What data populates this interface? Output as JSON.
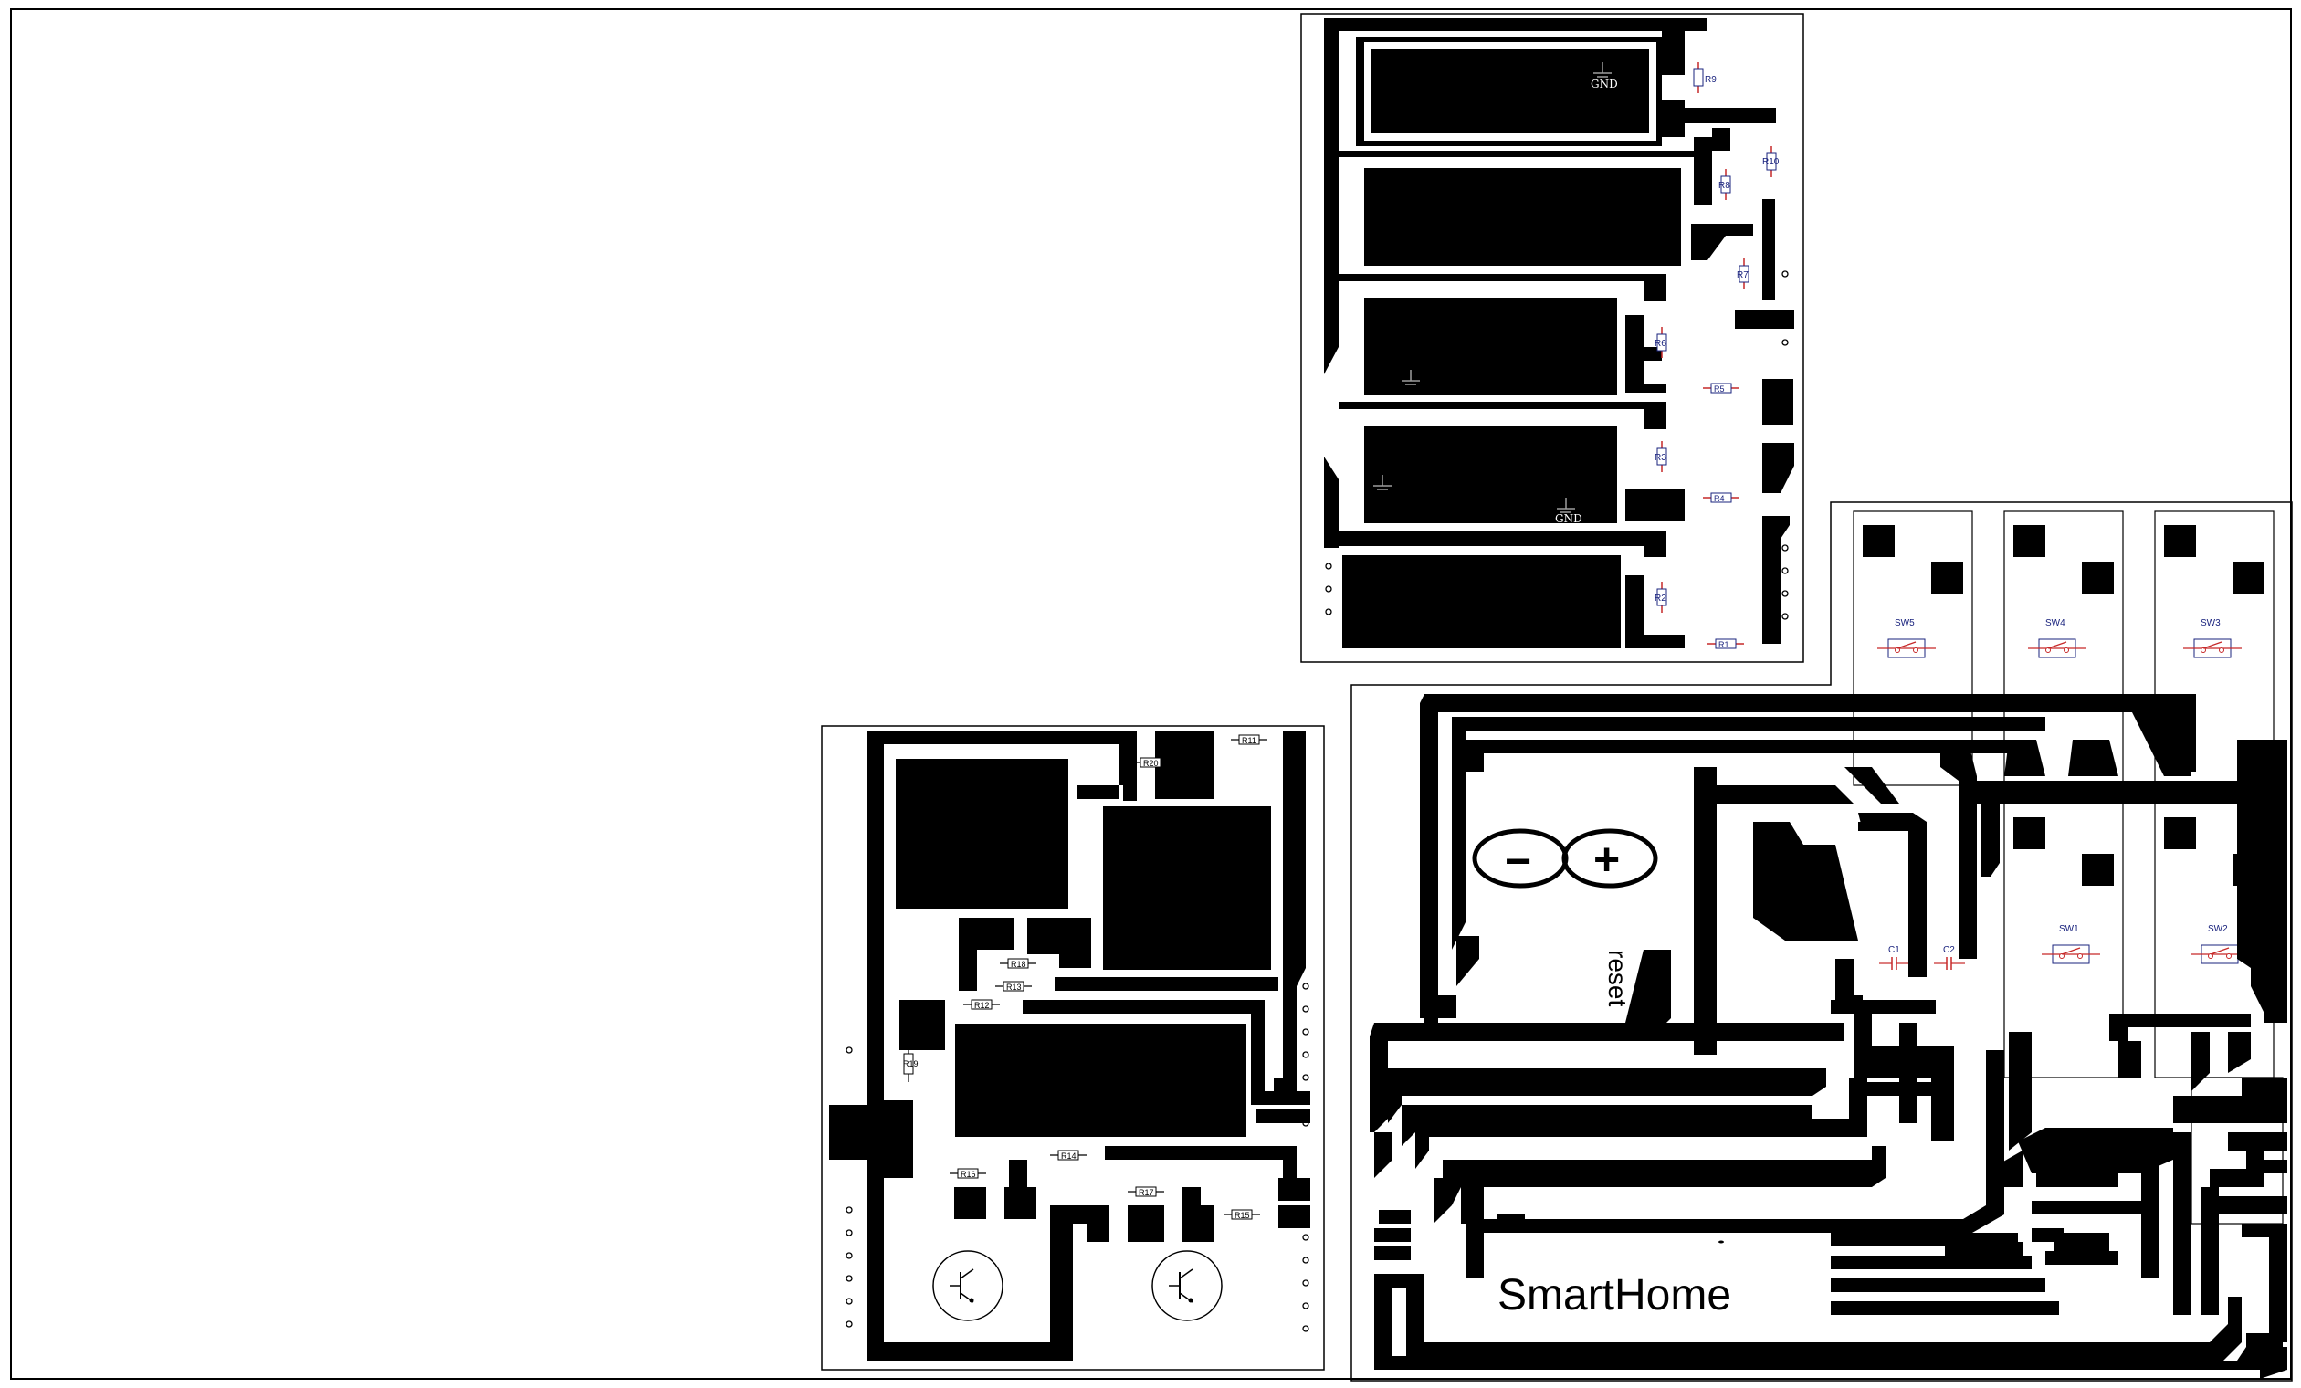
{
  "title": "SmartHome",
  "reset_label": "reset",
  "gnd_label": "GND",
  "polarity": {
    "minus": "−",
    "plus": "+"
  },
  "colors": {
    "copper": "#000000",
    "background": "#ffffff",
    "outline": "#000000",
    "ref_text": "#1a237e",
    "component_line": "#c62828",
    "gnd_symbol": "#9e9e9e"
  },
  "resistors_top": [
    {
      "ref": "R9"
    },
    {
      "ref": "R10"
    },
    {
      "ref": "R8"
    },
    {
      "ref": "R7"
    },
    {
      "ref": "R6"
    },
    {
      "ref": "R5"
    },
    {
      "ref": "R3"
    },
    {
      "ref": "R4"
    },
    {
      "ref": "R2"
    },
    {
      "ref": "R1"
    }
  ],
  "resistors_left": [
    {
      "ref": "R11"
    },
    {
      "ref": "R20"
    },
    {
      "ref": "R18"
    },
    {
      "ref": "R13"
    },
    {
      "ref": "R12"
    },
    {
      "ref": "R19"
    },
    {
      "ref": "R14"
    },
    {
      "ref": "R16"
    },
    {
      "ref": "R17"
    },
    {
      "ref": "R15"
    }
  ],
  "switches": [
    {
      "ref": "SW5"
    },
    {
      "ref": "SW4"
    },
    {
      "ref": "SW3"
    },
    {
      "ref": "SW1"
    },
    {
      "ref": "SW2"
    }
  ],
  "capacitors": [
    {
      "ref": "C1"
    },
    {
      "ref": "C2"
    }
  ]
}
